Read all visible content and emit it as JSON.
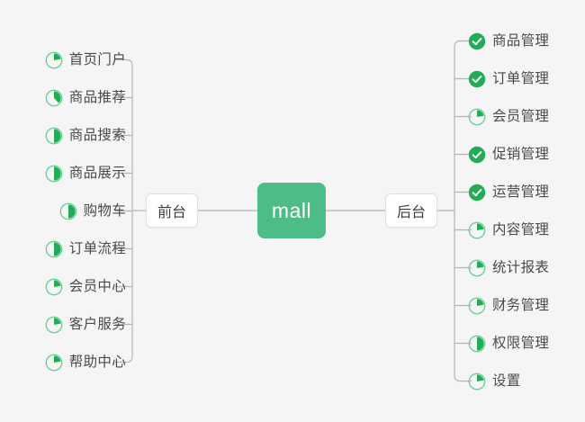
{
  "diagram": {
    "title": "mall",
    "background_color": "#f5f5f5",
    "accent_color": "#4ebc87",
    "done_color": "#22ac55",
    "ring_color": "#6ecf9c",
    "line_color": "#b5b5b5",
    "text_color": "#4a4a4a"
  },
  "center": {
    "label": "mall"
  },
  "mid_nodes": {
    "left": {
      "label": "前台"
    },
    "right": {
      "label": "后台"
    }
  },
  "branches": {
    "left": {
      "name": "前台",
      "items": [
        {
          "label": "首页门户",
          "icon": "pie-progress-icon",
          "status": "in-progress",
          "progress": 22
        },
        {
          "label": "商品推荐",
          "icon": "pie-progress-icon",
          "status": "in-progress",
          "progress": 38
        },
        {
          "label": "商品搜索",
          "icon": "pie-progress-icon",
          "status": "in-progress",
          "progress": 50
        },
        {
          "label": "商品展示",
          "icon": "pie-progress-icon",
          "status": "in-progress",
          "progress": 50
        },
        {
          "label": "购物车",
          "icon": "pie-progress-icon",
          "status": "in-progress",
          "progress": 50
        },
        {
          "label": "订单流程",
          "icon": "pie-progress-icon",
          "status": "in-progress",
          "progress": 50
        },
        {
          "label": "会员中心",
          "icon": "pie-progress-icon",
          "status": "in-progress",
          "progress": 22
        },
        {
          "label": "客户服务",
          "icon": "pie-progress-icon",
          "status": "in-progress",
          "progress": 22
        },
        {
          "label": "帮助中心",
          "icon": "pie-progress-icon",
          "status": "in-progress",
          "progress": 22
        }
      ]
    },
    "right": {
      "name": "后台",
      "items": [
        {
          "label": "商品管理",
          "icon": "check-circle-icon",
          "status": "done",
          "progress": 100
        },
        {
          "label": "订单管理",
          "icon": "check-circle-icon",
          "status": "done",
          "progress": 100
        },
        {
          "label": "会员管理",
          "icon": "pie-progress-icon",
          "status": "in-progress",
          "progress": 22
        },
        {
          "label": "促销管理",
          "icon": "check-circle-icon",
          "status": "done",
          "progress": 100
        },
        {
          "label": "运营管理",
          "icon": "check-circle-icon",
          "status": "done",
          "progress": 100
        },
        {
          "label": "内容管理",
          "icon": "pie-progress-icon",
          "status": "in-progress",
          "progress": 22
        },
        {
          "label": "统计报表",
          "icon": "pie-progress-icon",
          "status": "in-progress",
          "progress": 22
        },
        {
          "label": "财务管理",
          "icon": "pie-progress-icon",
          "status": "in-progress",
          "progress": 22
        },
        {
          "label": "权限管理",
          "icon": "pie-progress-icon",
          "status": "in-progress",
          "progress": 50
        },
        {
          "label": "设置",
          "icon": "pie-progress-icon",
          "status": "in-progress",
          "progress": 22
        }
      ]
    }
  }
}
